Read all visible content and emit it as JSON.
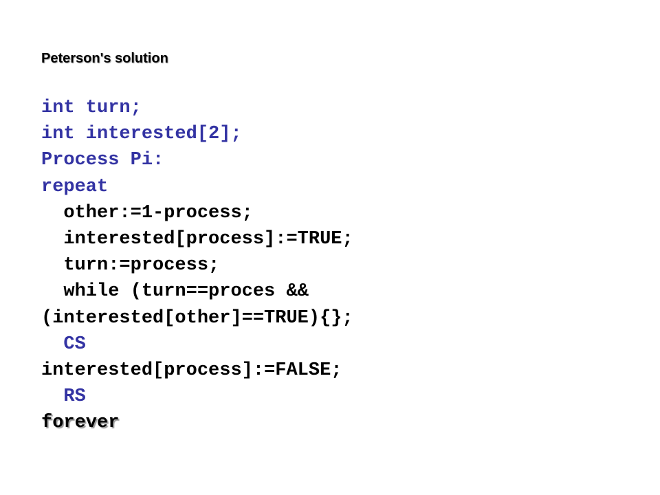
{
  "title": "Peterson's solution",
  "code_lines": [
    "int turn;",
    "int interested[2];",
    "Process Pi:",
    "repeat",
    "  other:=1-process;",
    "  interested[process]:=TRUE;",
    "  turn:=process;",
    "  while (turn==proces &&",
    "(interested[other]==TRUE){};",
    "  CS",
    "interested[process]:=FALSE;",
    "  RS",
    "forever"
  ],
  "colors": {
    "keyword_blue": "#3333a3",
    "body_black": "#000000",
    "shadow_gray": "#9a9a9a"
  }
}
